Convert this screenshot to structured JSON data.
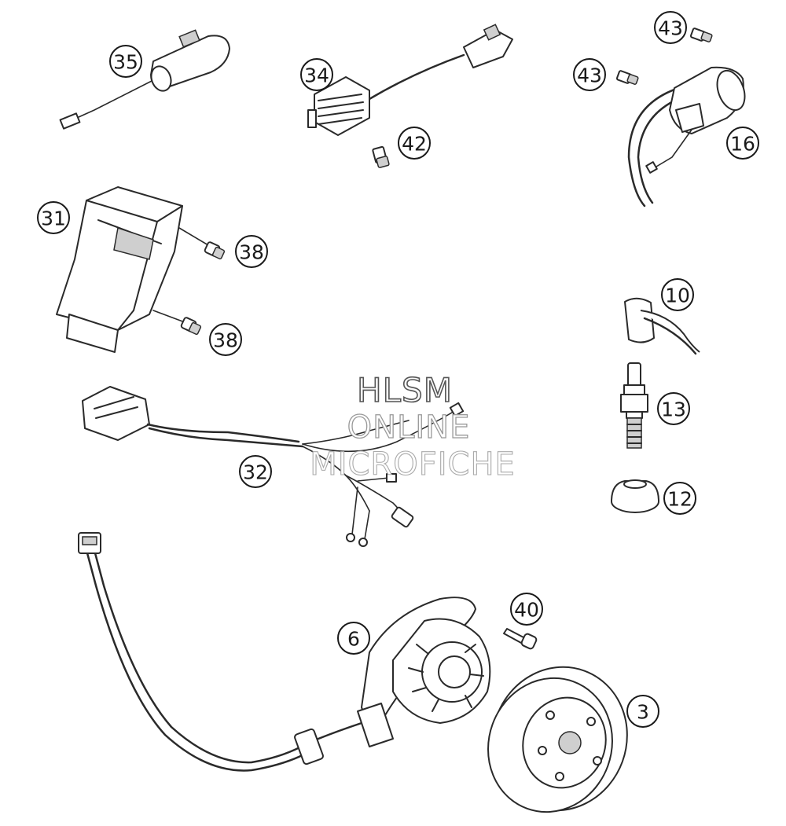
{
  "callouts": [
    {
      "id": "35",
      "label": "35"
    },
    {
      "id": "34",
      "label": "34"
    },
    {
      "id": "42",
      "label": "42"
    },
    {
      "id": "43a",
      "label": "43"
    },
    {
      "id": "43b",
      "label": "43"
    },
    {
      "id": "16",
      "label": "16"
    },
    {
      "id": "31",
      "label": "31"
    },
    {
      "id": "38a",
      "label": "38"
    },
    {
      "id": "38b",
      "label": "38"
    },
    {
      "id": "10",
      "label": "10"
    },
    {
      "id": "13",
      "label": "13"
    },
    {
      "id": "12",
      "label": "12"
    },
    {
      "id": "32",
      "label": "32"
    },
    {
      "id": "40",
      "label": "40"
    },
    {
      "id": "6",
      "label": "6"
    },
    {
      "id": "3",
      "label": "3"
    }
  ],
  "watermark": {
    "line1": "HLSM",
    "line2": "ONLINE",
    "line3": "MICROFICHE"
  }
}
